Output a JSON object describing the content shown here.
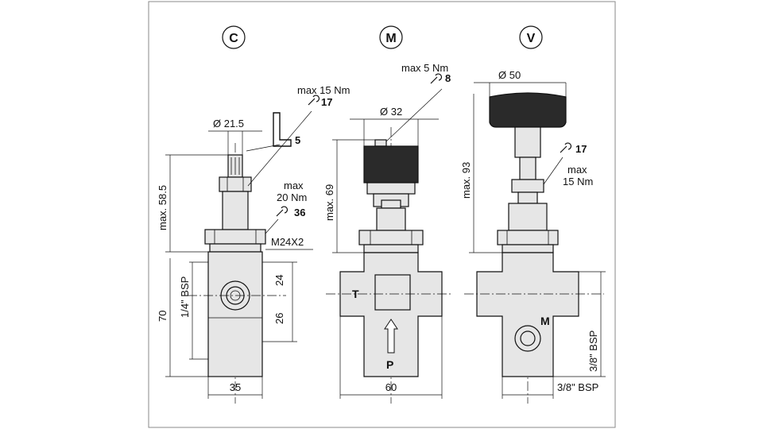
{
  "views": [
    {
      "letter": "C"
    },
    {
      "letter": "M"
    },
    {
      "letter": "V"
    }
  ],
  "view_c": {
    "dia_top": "Ø 21.5",
    "allen_size": "5",
    "torque_top_label": "max 15 Nm",
    "torque_top_wrench": "17",
    "torque_mid_label_1": "max",
    "torque_mid_label_2": "20 Nm",
    "torque_mid_wrench": "36",
    "thread": "M24X2",
    "height_max": "max. 58.5",
    "port_thread": "1/4\" BSP",
    "dim_24": "24",
    "dim_26": "26",
    "height_body": "70",
    "width_body": "35"
  },
  "view_m": {
    "torque_label": "max 5 Nm",
    "torque_wrench": "8",
    "dia_knob": "Ø 32",
    "height_max": "max. 69",
    "port_t": "T",
    "port_p": "P",
    "width_body": "60"
  },
  "view_v": {
    "dia_knob": "Ø 50",
    "height_max": "max. 93",
    "torque_wrench": "17",
    "torque_label_1": "max",
    "torque_label_2": "15 Nm",
    "port_m": "M",
    "port_thread_vertical": "3/8\" BSP",
    "port_thread_bottom": "3/8\" BSP"
  }
}
